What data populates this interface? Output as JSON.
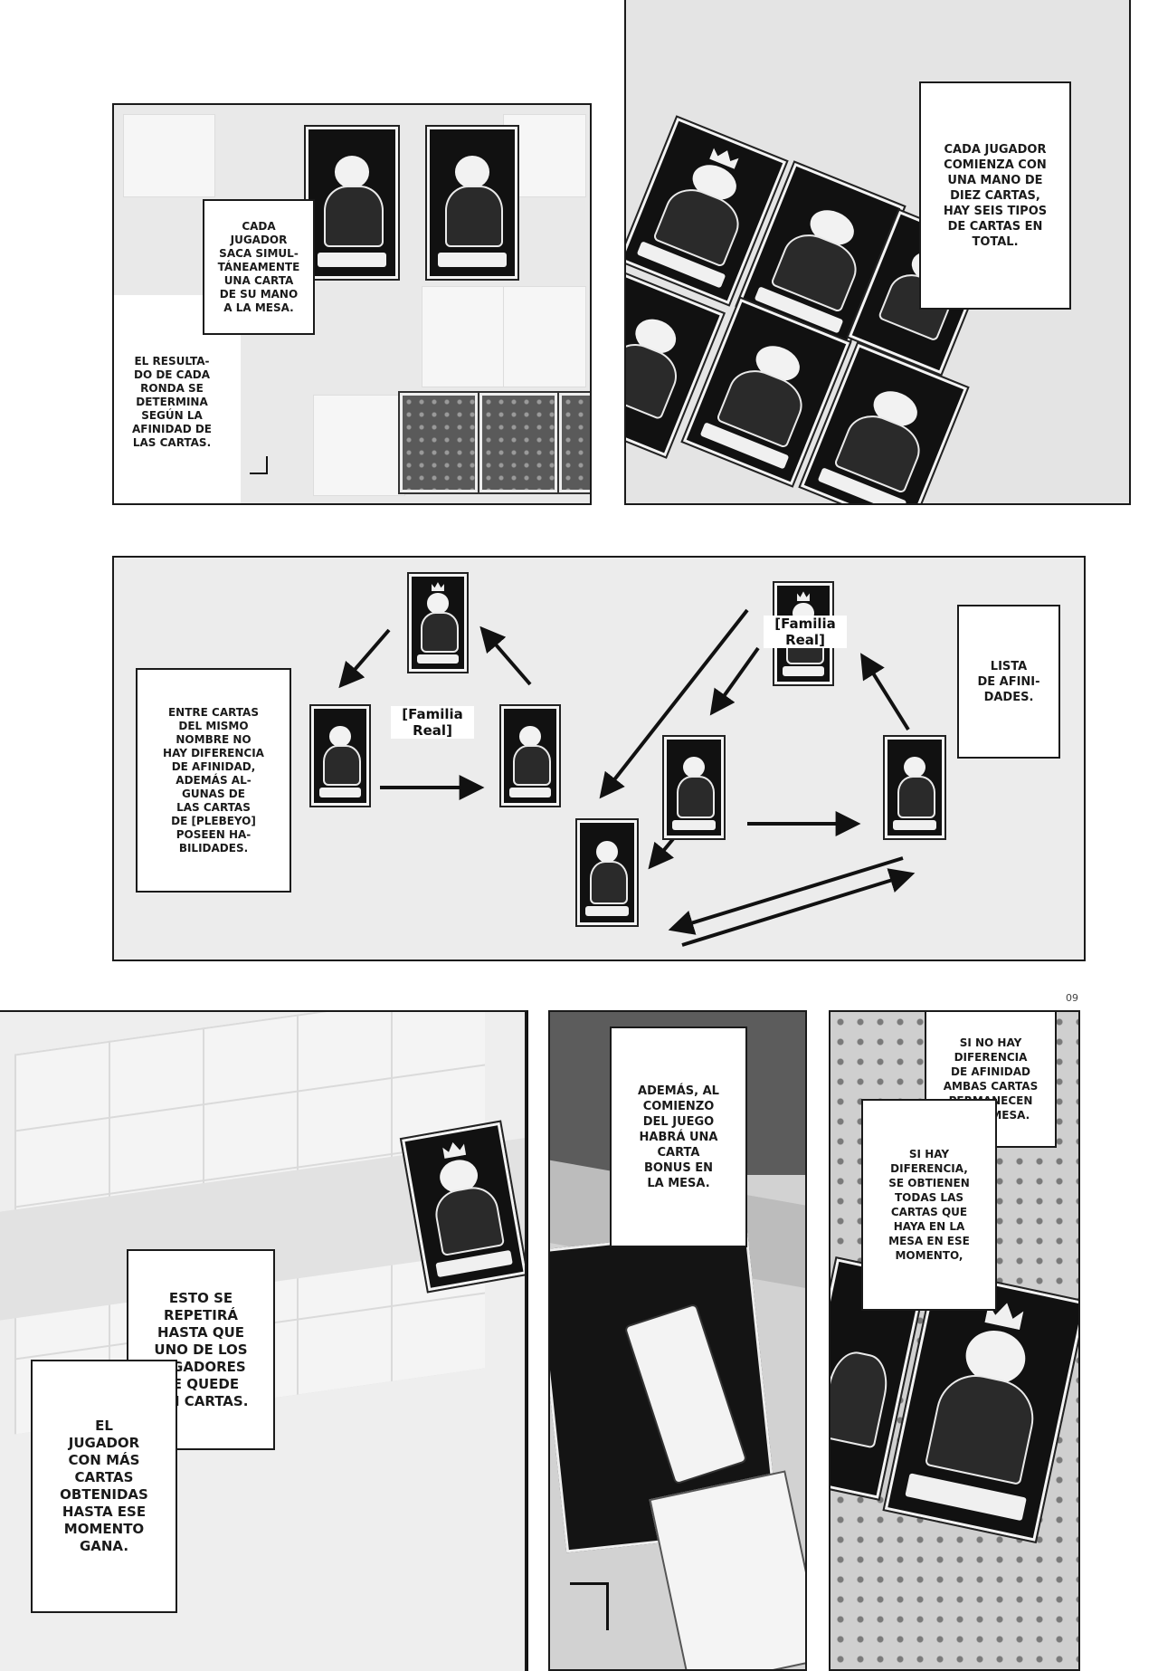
{
  "page": {
    "number": "09"
  },
  "panel1": {
    "bubble_draw": "CADA\nJUGADOR\nSACA SIMUL-\nTÁNEAMENTE\nUNA CARTA\nDE SU MANO\nA LA MESA.",
    "bubble_result": "EL RESULTA-\nDO DE CADA\nRONDA SE\nDETERMINA\nSEGÚN LA\nAFINIDAD DE\nLAS CARTAS."
  },
  "panel2": {
    "bubble_hand": "CADA JUGADOR\nCOMIENZA CON\nUNA MANO DE\nDIEZ CARTAS,\nHAY SEIS TIPOS\nDE CARTAS EN\nTOTAL."
  },
  "panel3": {
    "bubble_same_name": "ENTRE CARTAS\nDEL MISMO\nNOMBRE NO\nHAY DIFERENCIA\nDE AFINIDAD,\nADEMÁS AL-\nGUNAS DE\nLAS CARTAS\nDE [PLEBEYO]\nPOSEEN HA-\nBILIDADES.",
    "label_royal_left": "[Familia\nReal]",
    "label_royal_right": "[Familia\nReal]",
    "bubble_list": "LISTA\nDE AFINI-\nDADES."
  },
  "panel4": {
    "bubble_repeat": "ESTO SE\nREPETIRÁ\nHASTA QUE\nUNO DE LOS\nJUGADORES\nSE QUEDE\nSIN CARTAS.",
    "text_winner": "EL\nJUGADOR\nCON MÁS\nCARTAS\nOBTENIDAS\nHASTA ESE\nMOMENTO\nGANA."
  },
  "panel5": {
    "bubble_bonus": "ADEMÁS, AL\nCOMIENZO\nDEL JUEGO\nHABRÁ UNA\nCARTA\nBONUS EN\nLA MESA."
  },
  "panel6": {
    "bubble_no_diff": "SI NO HAY\nDIFERENCIA\nDE AFINIDAD\nAMBAS CARTAS\nPERMANECEN\nEN LA MESA.",
    "bubble_diff": "SI HAY\nDIFERENCIA,\nSE OBTIENEN\nTODAS LAS\nCARTAS QUE\nHAYA EN LA\nMESA EN ESE\nMOMENTO,"
  }
}
